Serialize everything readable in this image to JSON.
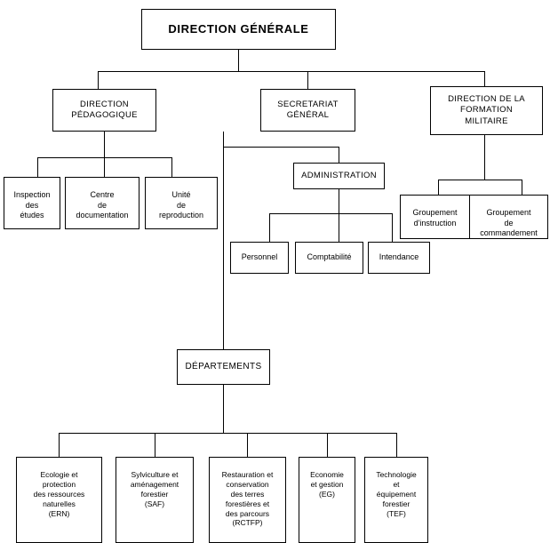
{
  "diagram": {
    "title": "Organigramme",
    "colors": {
      "line": "#000000",
      "box_border": "#000000",
      "background": "#ffffff"
    },
    "nodes": {
      "direction_generale": {
        "label": "DIRECTION  GÉNÉRALE"
      },
      "direction_pedagogique": {
        "label": "DIRECTION\nPÉDAGOGIQUE"
      },
      "secretariat_general": {
        "label": "SECRETARIAT\nGÉNÉRAL"
      },
      "direction_formation_militaire": {
        "label": "DIRECTION DE LA\nFORMATION\nMILITAIRE"
      },
      "inspection_etudes": {
        "label": "Inspection\ndes\nétudes"
      },
      "centre_documentation": {
        "label": "Centre\nde\ndocumentation"
      },
      "unite_reproduction": {
        "label": "Unité\nde\nreproduction"
      },
      "administration": {
        "label": "ADMINISTRATION"
      },
      "groupement_instruction": {
        "label": "Groupement\nd'instruction"
      },
      "groupement_commandement": {
        "label": "Groupement\nde\ncommandement"
      },
      "personnel": {
        "label": "Personnel"
      },
      "comptabilite": {
        "label": "Comptabilité"
      },
      "intendance": {
        "label": "Intendance"
      },
      "departements": {
        "label": "DÉPARTEMENTS"
      },
      "dept_ern": {
        "label": "Ecologie et\nprotection\ndes ressources\nnaturelles\n(ERN)"
      },
      "dept_saf": {
        "label": "Sylviculture et\naménagement\nforestier\n(SAF)"
      },
      "dept_rctfp": {
        "label": "Restauration et\nconservation\ndes terres\nforestières et\ndes parcours\n(RCTFP)"
      },
      "dept_eg": {
        "label": "Economie\net gestion\n(EG)"
      },
      "dept_tef": {
        "label": "Technologie\net\néquipement\nforestier\n(TEF)"
      }
    }
  }
}
